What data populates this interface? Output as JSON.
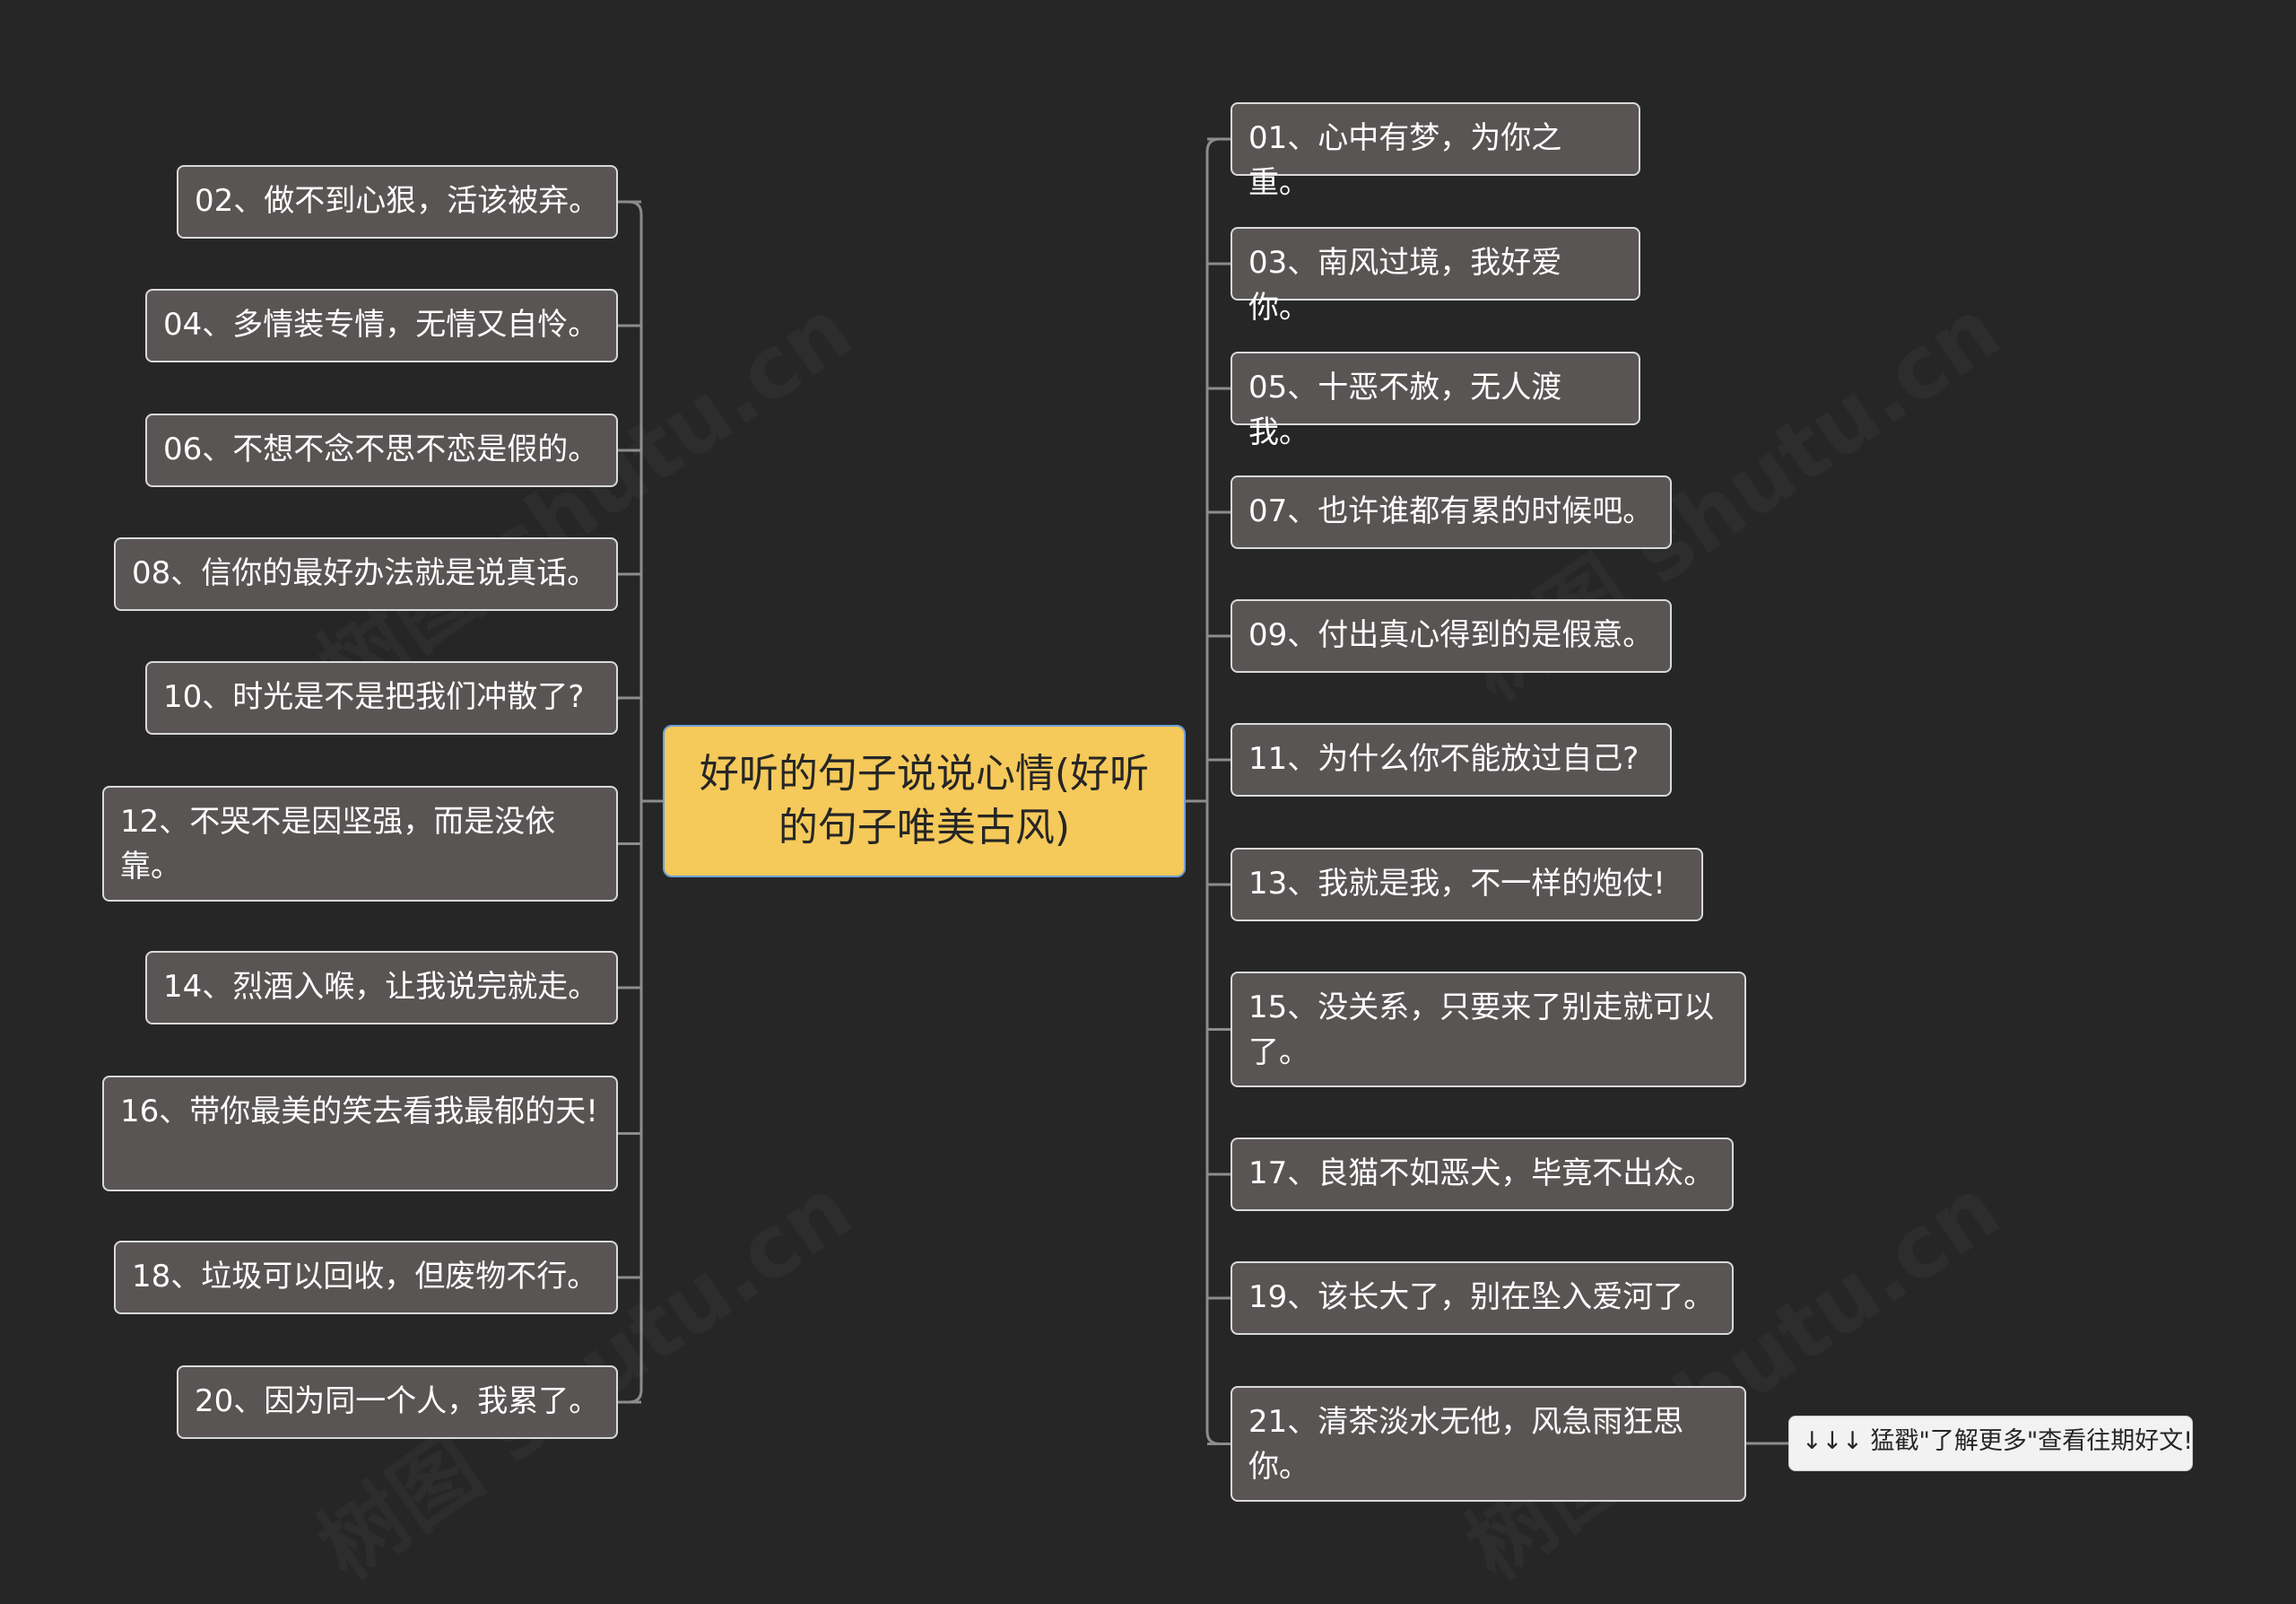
{
  "root": {
    "text": "好听的句子说说心情(好听的句子唯美古风)"
  },
  "right_branches": [
    {
      "text": "01、心中有梦，为你之重。"
    },
    {
      "text": "03、南风过境，我好爱你。"
    },
    {
      "text": "05、十恶不赦，无人渡我。"
    },
    {
      "text": "07、也许谁都有累的时候吧。"
    },
    {
      "text": "09、付出真心得到的是假意。"
    },
    {
      "text": "11、为什么你不能放过自己?"
    },
    {
      "text": "13、我就是我，不一样的炮仗!"
    },
    {
      "text": "15、没关系，只要来了别走就可以了。"
    },
    {
      "text": "17、良猫不如恶犬，毕竟不出众。"
    },
    {
      "text": "19、该长大了，别在坠入爱河了。"
    },
    {
      "text": "21、清茶淡水无他，风急雨狂思你。"
    }
  ],
  "left_branches": [
    {
      "text": "02、做不到心狠，活该被弃。"
    },
    {
      "text": "04、多情装专情，无情又自怜。"
    },
    {
      "text": "06、不想不念不思不恋是假的。"
    },
    {
      "text": "08、信你的最好办法就是说真话。"
    },
    {
      "text": "10、时光是不是把我们冲散了?"
    },
    {
      "text": "12、不哭不是因坚强，而是没依靠。"
    },
    {
      "text": "14、烈酒入喉，让我说完就走。"
    },
    {
      "text": "16、带你最美的笑去看我最郁的天!"
    },
    {
      "text": "18、垃圾可以回收，但废物不行。"
    },
    {
      "text": "20、因为同一个人，我累了。"
    }
  ],
  "note": {
    "text": "↓↓↓ 猛戳\"了解更多\"查看往期好文!"
  },
  "watermark": {
    "text": "树图 shutu.cn"
  },
  "colors": {
    "background": "#262626",
    "node_fill": "#595554",
    "node_border": "#d9d9d9",
    "root_fill": "#f5c95a",
    "root_border": "#6e9ed9",
    "connector": "#8c8c8c"
  }
}
